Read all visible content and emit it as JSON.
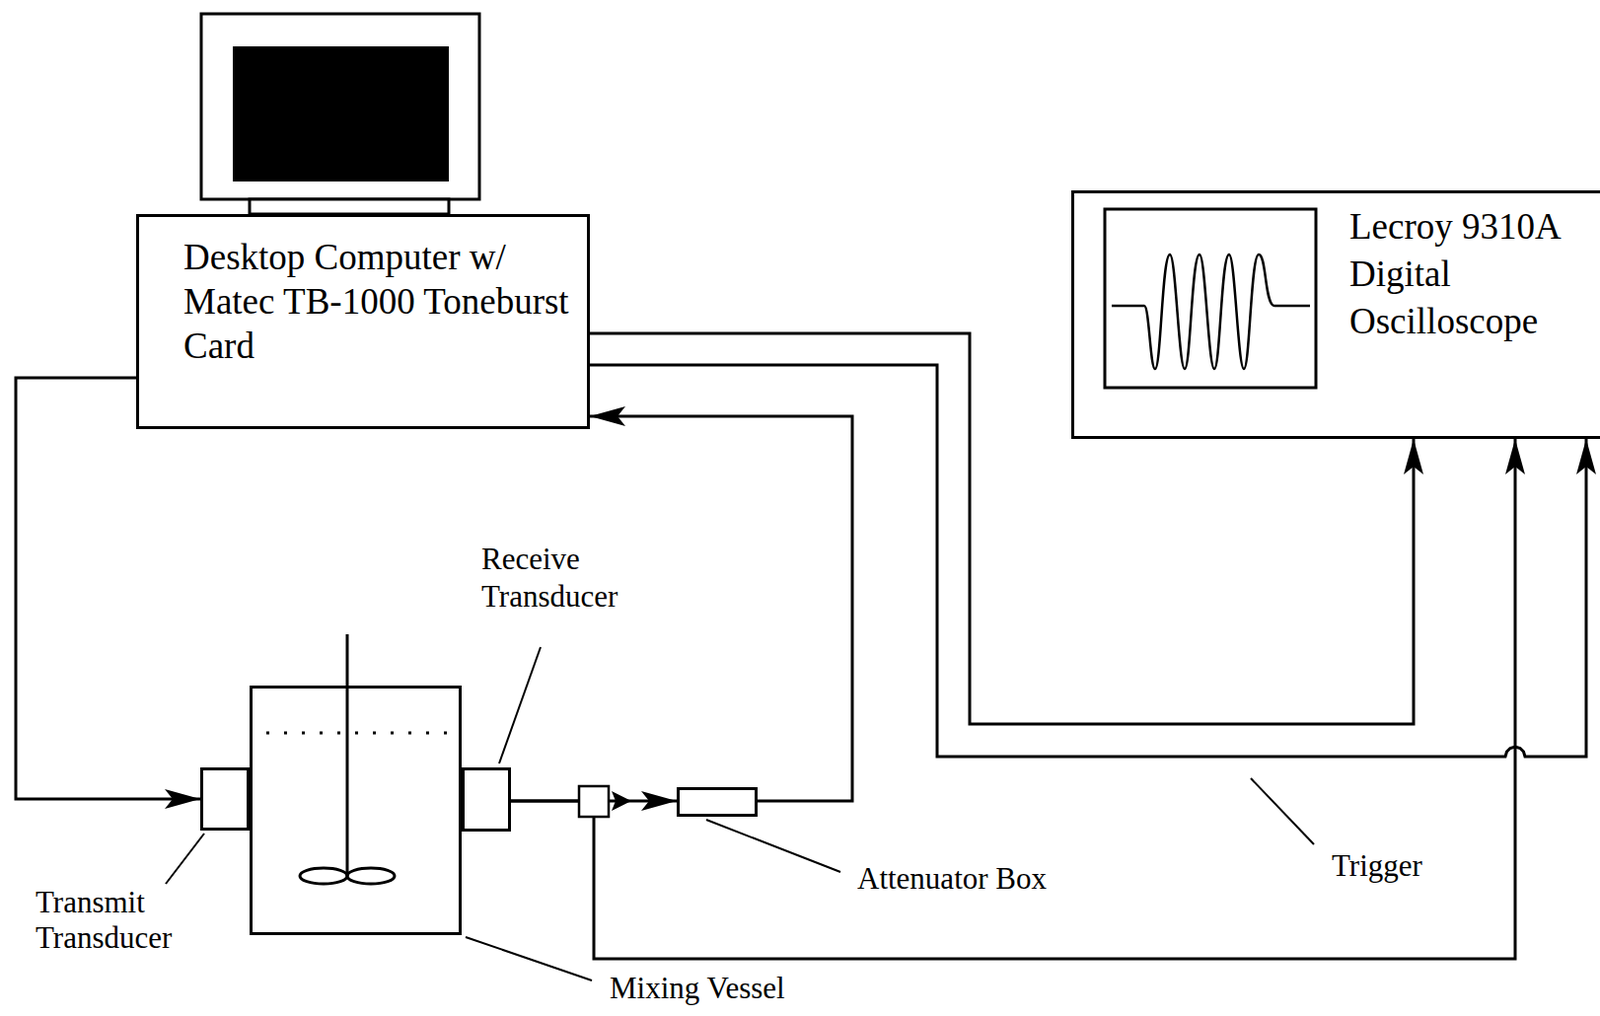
{
  "diagram": {
    "nodes": [
      {
        "text": [
          "Desktop Computer w/ Matec TB-1000 Toneburst Card"
        ]
      },
      {
        "text": [
          "Lecroy 9310A Digital Oscilloscope"
        ]
      },
      {
        "text": [
          "Mixing Vessel"
        ]
      },
      {
        "text": [
          "Transmit Transducer"
        ]
      },
      {
        "text": [
          "Receive Transducer"
        ]
      },
      {
        "text": [
          "Attenuator Box"
        ]
      }
    ],
    "edges": [
      {
        "from": 0,
        "to": 3,
        "arrow": "to"
      },
      {
        "from": 4,
        "to": 5,
        "arrow": "to"
      },
      {
        "from": 5,
        "to": 0,
        "arrow": "to"
      },
      {
        "from": 0,
        "to": 1,
        "arrow": "to"
      },
      {
        "from": 0,
        "to": 1,
        "arrow": "to",
        "label": "Trigger"
      },
      {
        "from": 4,
        "to": 1,
        "arrow": "to"
      }
    ]
  }
}
